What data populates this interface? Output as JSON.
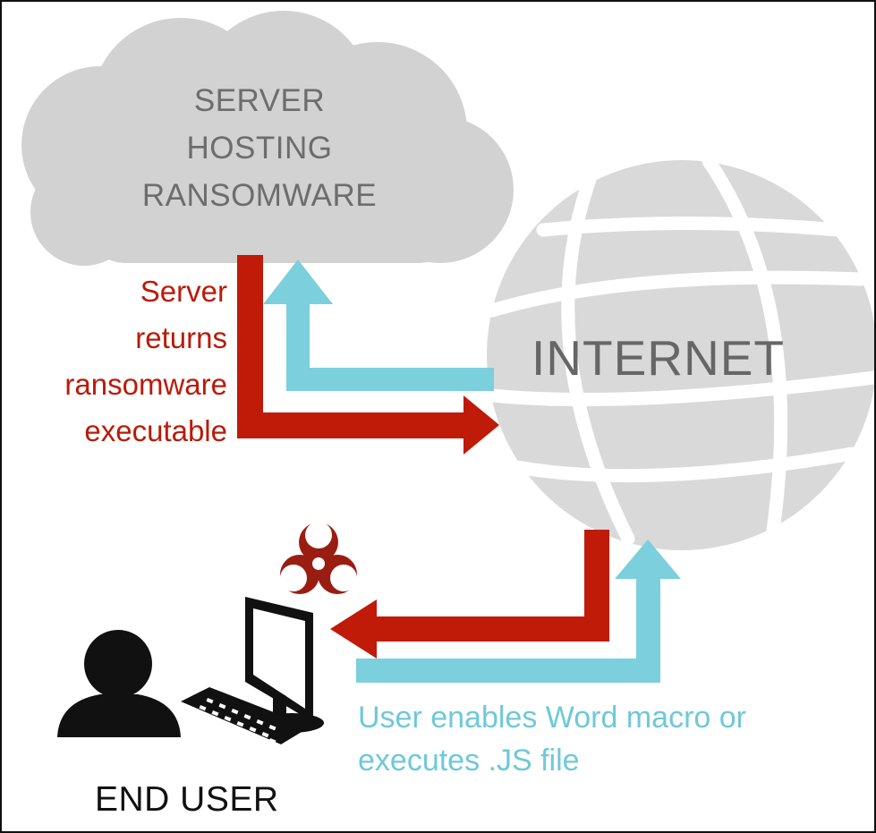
{
  "colors": {
    "red_flow": "#c01a08",
    "blue_flow": "#7ccfdc",
    "cloud_gray": "#d2d2d2",
    "globe_gray": "#d9d9d9",
    "biohazard": "#9a1d12",
    "user_black": "#111111"
  },
  "cloud": {
    "line1": "SERVER",
    "line2": "HOSTING",
    "line3": "RANSOMWARE"
  },
  "internet": {
    "label": "INTERNET"
  },
  "server_note": {
    "line1": "Server",
    "line2": "returns",
    "line3": "ransomware",
    "line4": "executable"
  },
  "user_note": {
    "line1": "User enables Word macro or",
    "line2": "executes .JS file"
  },
  "end_user": {
    "label": "END USER"
  },
  "icons": [
    "cloud-icon",
    "globe-icon",
    "biohazard-icon",
    "person-icon",
    "monitor-icon",
    "keyboard-icon"
  ]
}
